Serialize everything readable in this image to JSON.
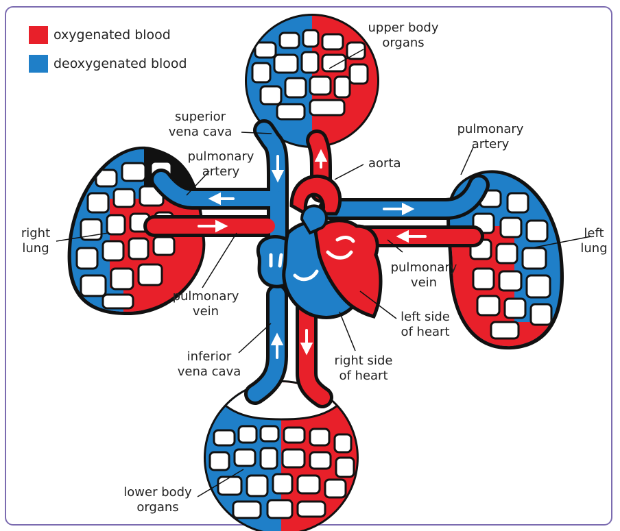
{
  "colors": {
    "oxygenated": "#e8202a",
    "deoxygenated": "#1f7fc8",
    "outline": "#111111",
    "frame": "#7b6bb0"
  },
  "legend": {
    "oxygenated": "oxygenated blood",
    "deoxygenated": "deoxygenated blood"
  },
  "labels": {
    "upper_body_organs": "upper body\norgans",
    "superior_vena_cava": "superior\nvena cava",
    "pulmonary_artery_right": "pulmonary\nartery",
    "aorta": "aorta",
    "pulmonary_artery_left": "pulmonary\nartery",
    "right_lung": "right\nlung",
    "left_lung": "left\nlung",
    "pulmonary_vein_right": "pulmonary\nvein",
    "pulmonary_vein_left": "pulmonary\nvein",
    "left_side_of_heart": "left side\nof heart",
    "inferior_vena_cava": "inferior\nvena cava",
    "right_side_of_heart": "right side\nof heart",
    "lower_body_organs": "lower body\norgans"
  }
}
